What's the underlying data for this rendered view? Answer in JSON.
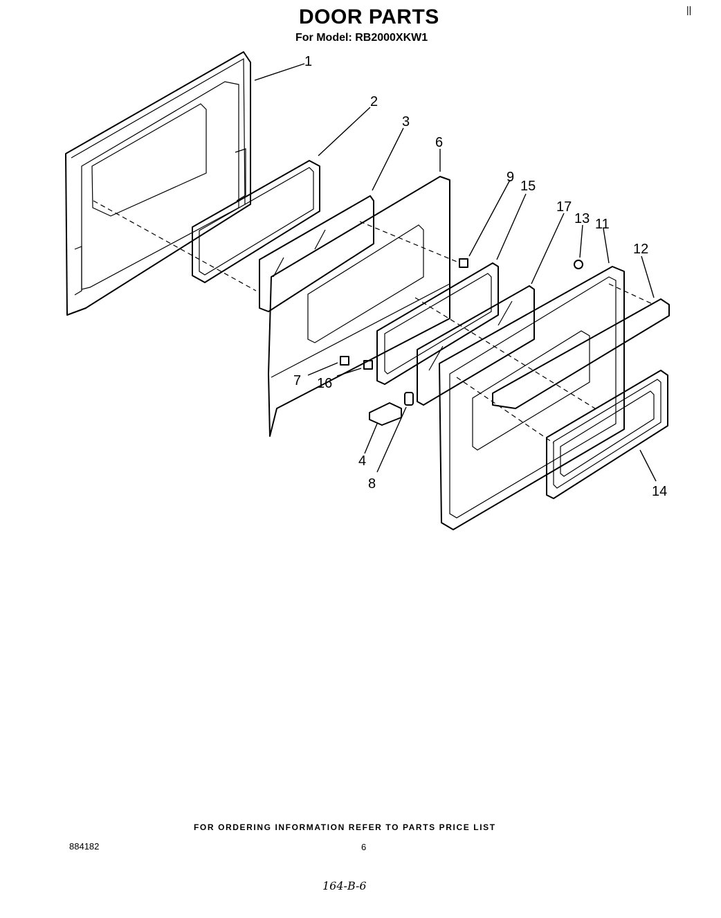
{
  "header": {
    "title": "DOOR PARTS",
    "model_line": "For Model: RB2000XKW1",
    "corner_mark": "||"
  },
  "callouts": [
    "1",
    "2",
    "3",
    "6",
    "9",
    "15",
    "17",
    "13",
    "11",
    "12",
    "7",
    "16",
    "4",
    "8",
    "14"
  ],
  "footer": {
    "ordering_note": "FOR ORDERING INFORMATION REFER TO PARTS PRICE LIST",
    "doc_number": "884182",
    "page_number": "6",
    "handwritten": "164-B-6"
  }
}
